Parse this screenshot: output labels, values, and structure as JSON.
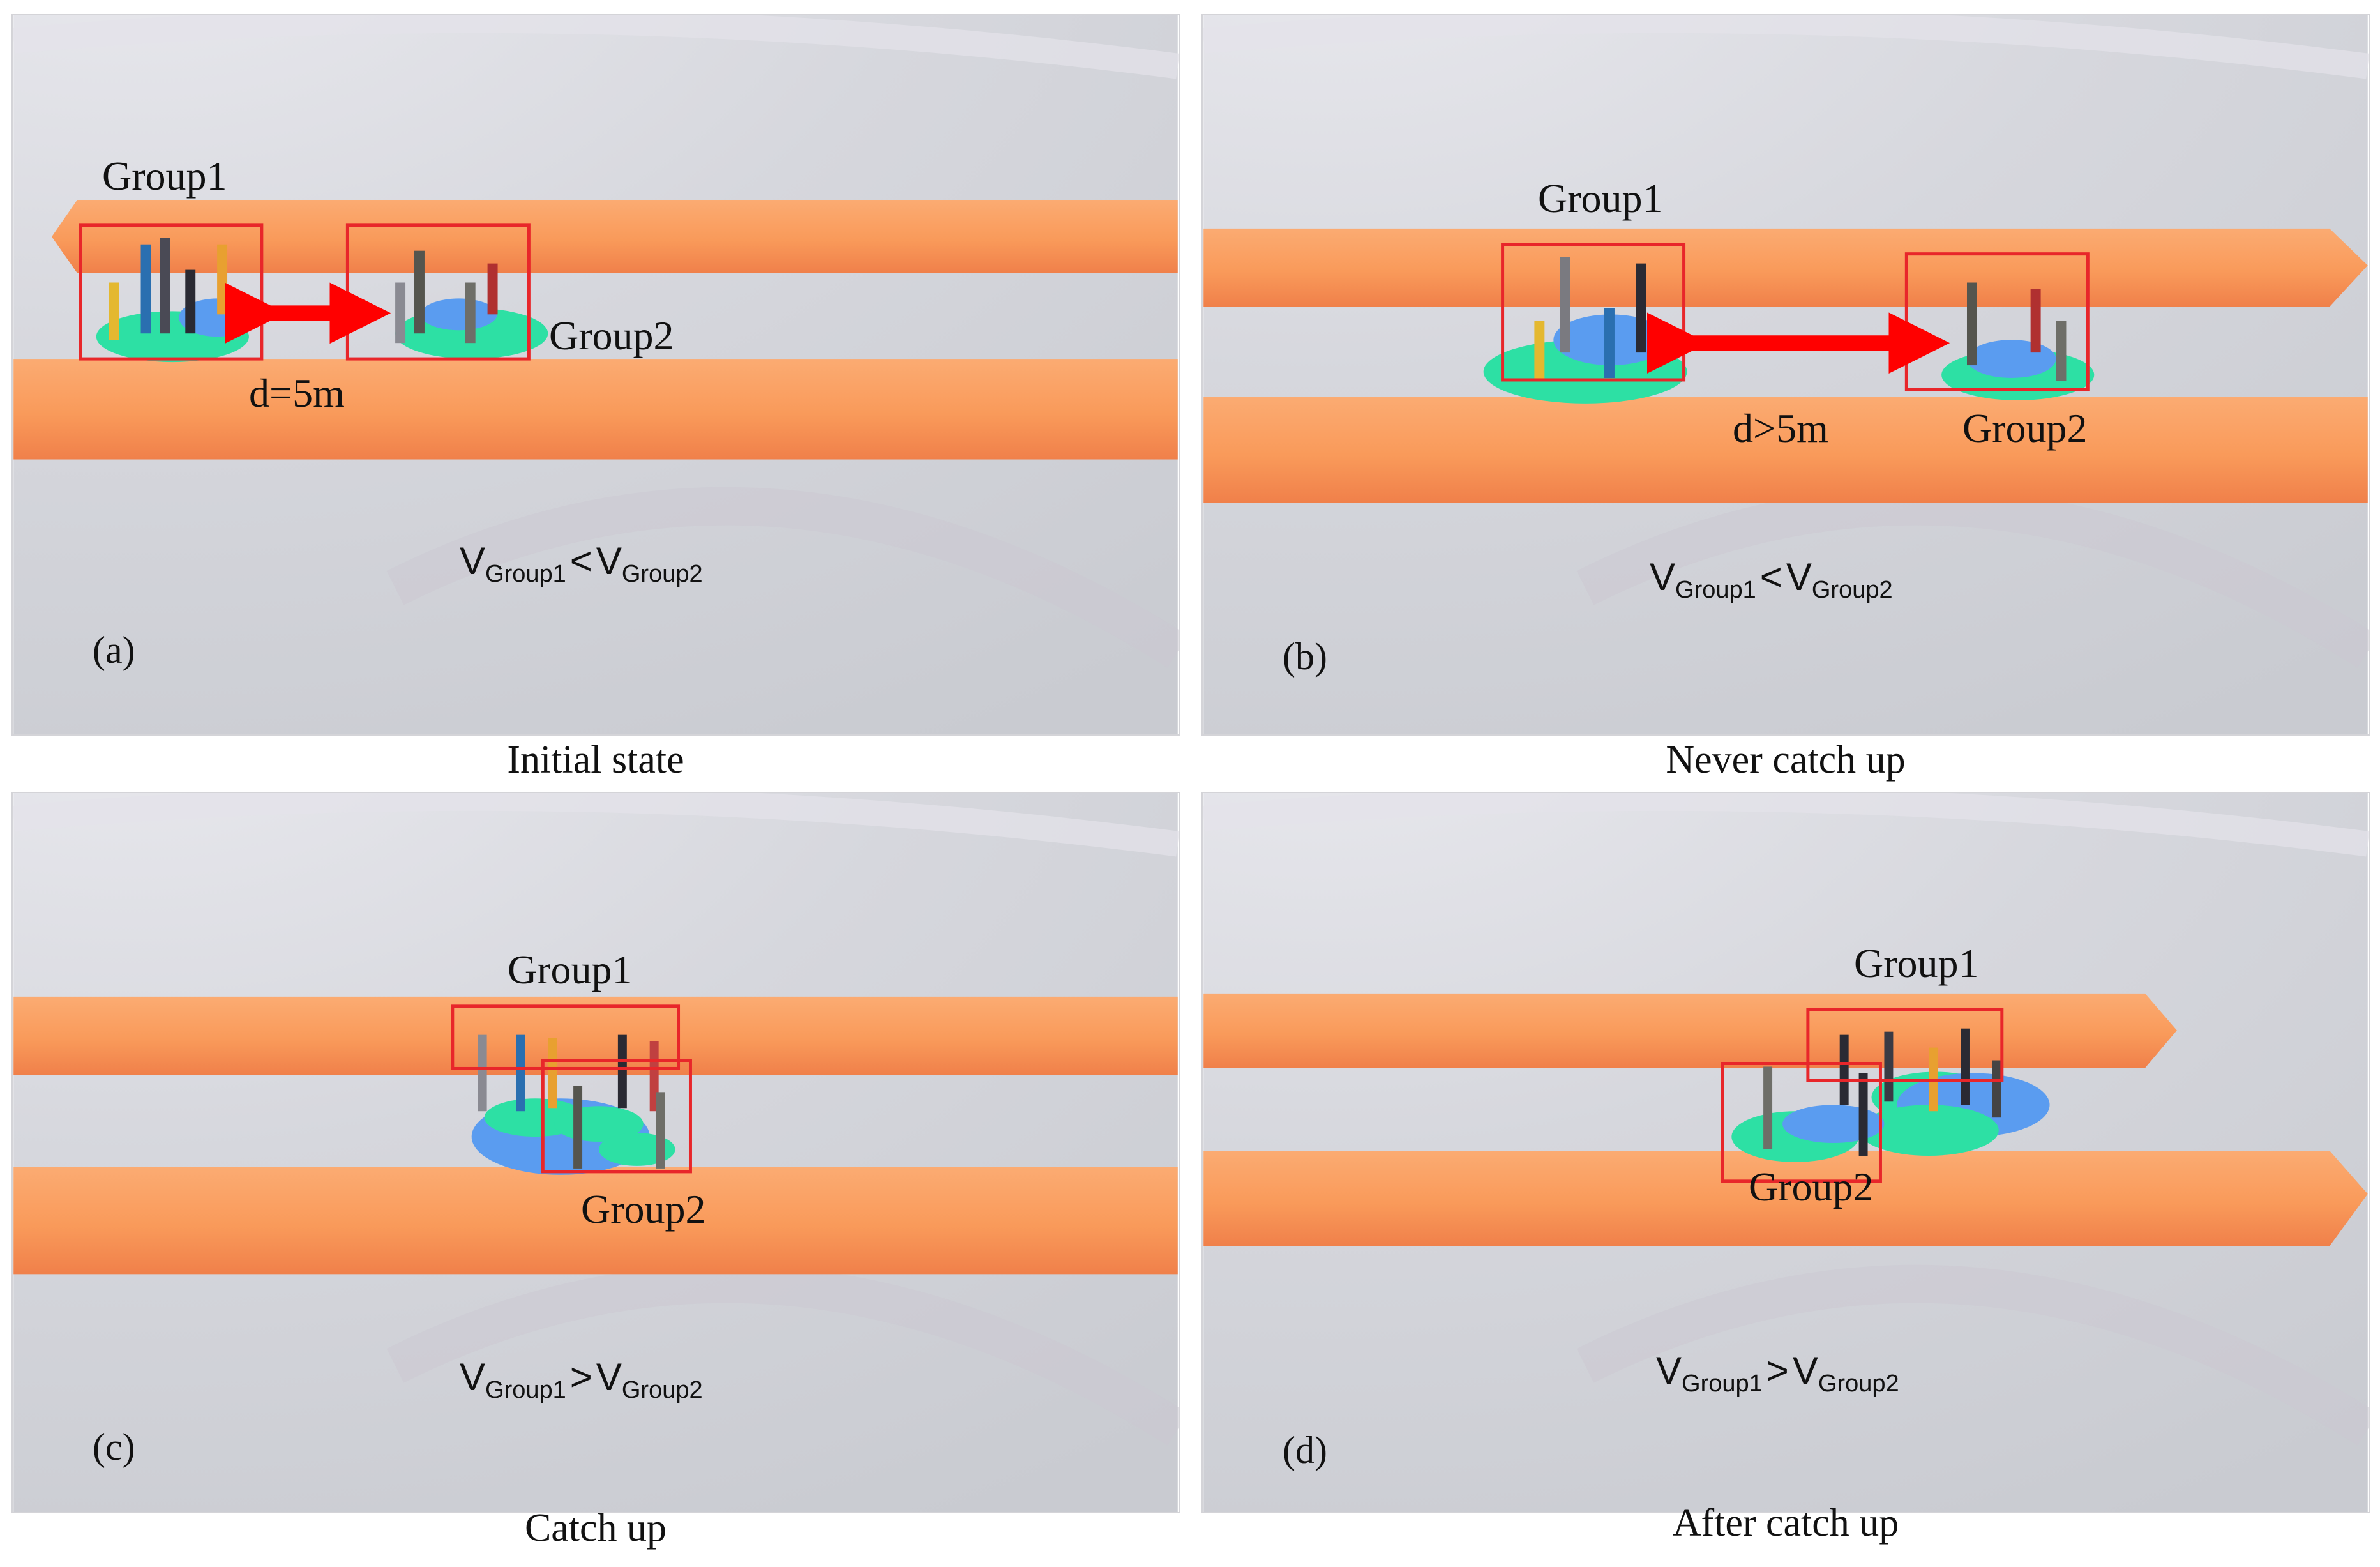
{
  "panels": [
    {
      "label": "(a)",
      "caption": "Initial state",
      "group1": "Group1",
      "group2": "Group2",
      "distance": "d=5m",
      "formula": {
        "v": "V",
        "left_sub": "Group1",
        "op": "<",
        "right_sub": "Group2"
      }
    },
    {
      "label": "(b)",
      "caption": "Never catch up",
      "group1": "Group1",
      "group2": "Group2",
      "distance": "d>5m",
      "formula": {
        "v": "V",
        "left_sub": "Group1",
        "op": "<",
        "right_sub": "Group2"
      }
    },
    {
      "label": "(c)",
      "caption": "Catch up",
      "group1": "Group1",
      "group2": "Group2",
      "formula": {
        "v": "V",
        "left_sub": "Group1",
        "op": ">",
        "right_sub": "Group2"
      }
    },
    {
      "label": "(d)",
      "caption": "After catch up",
      "group1": "Group1",
      "group2": "Group2",
      "formula": {
        "v": "V",
        "left_sub": "Group1",
        "op": ">",
        "right_sub": "Group2"
      }
    }
  ],
  "colors": {
    "lane": "#f99a5a",
    "lane_dark": "#f0804a",
    "ground": "#d3d4da",
    "box": "#e8262a",
    "arrow": "#ff0000",
    "disc_green": "#2de0a4",
    "disc_blue": "#5a9cf0"
  }
}
